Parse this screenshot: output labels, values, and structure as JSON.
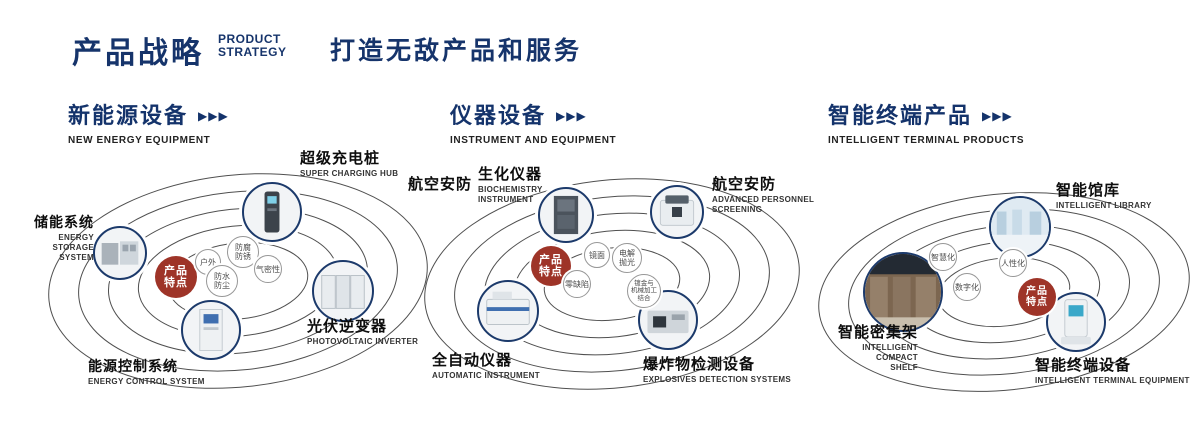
{
  "arrow_glyphs": "▶▶▶",
  "header": {
    "title_cn": "产品战略",
    "title_en_1": "PRODUCT",
    "title_en_2": "STRATEGY",
    "subtitle": "打造无敌产品和服务"
  },
  "sections": [
    {
      "title_cn": "新能源设备",
      "title_en": "NEW ENERGY EQUIPMENT",
      "badge": [
        "产品",
        "特点"
      ],
      "features": [
        [
          "户外"
        ],
        [
          "防腐",
          "防锈"
        ],
        [
          "气密性"
        ],
        [
          "防水",
          "防尘"
        ]
      ],
      "products": [
        {
          "cn": "储能系统",
          "en1": "ENERGY STORAGE",
          "en2": "SYSTEM"
        },
        {
          "cn": "超级充电桩",
          "en1": "SUPER CHARGING HUB"
        },
        {
          "cn": "光伏逆变器",
          "en1": "PHOTOVOLTAIC INVERTER"
        },
        {
          "cn": "能源控制系统",
          "en1": "ENERGY CONTROL SYSTEM"
        }
      ]
    },
    {
      "title_cn": "仪器设备",
      "title_en": "INSTRUMENT AND EQUIPMENT",
      "badge": [
        "产品",
        "特点"
      ],
      "side_label": "航空安防",
      "features": [
        [
          "镜面"
        ],
        [
          "电解",
          "抛光"
        ],
        [
          "零缺陷"
        ],
        [
          "镀金与",
          "机械加工",
          "结合"
        ]
      ],
      "products": [
        {
          "cn": "生化仪器",
          "en1": "BIOCHEMISTRY",
          "en2": "INSTRUMENT"
        },
        {
          "cn": "航空安防",
          "en1": "ADVANCED PERSONNEL",
          "en2": "SCREENING"
        },
        {
          "cn": "全自动仪器",
          "en1": "AUTOMATIC INSTRUMENT"
        },
        {
          "cn": "爆炸物检测设备",
          "en1": "EXPLOSIVES DETECTION SYSTEMS"
        }
      ]
    },
    {
      "title_cn": "智能终端产品",
      "title_en": "INTELLIGENT TERMINAL PRODUCTS",
      "badge": [
        "产品",
        "特点"
      ],
      "features": [
        [
          "智慧化"
        ],
        [
          "人性化"
        ],
        [
          "数字化"
        ]
      ],
      "products": [
        {
          "cn": "智能馆库",
          "en1": "INTELLIGENT LIBRARY"
        },
        {
          "cn": "智能密集架",
          "en1": "INTELLIGENT COMPACT",
          "en2": "SHELF"
        },
        {
          "cn": "智能终端设备",
          "en1": "INTELLIGENT TERMINAL EQUIPMENT"
        }
      ]
    }
  ]
}
